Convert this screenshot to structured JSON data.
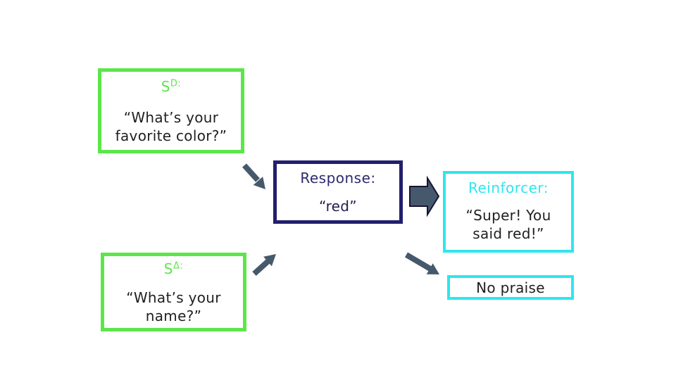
{
  "slide": {
    "background": "#ffffff",
    "colors": {
      "green": "#5ce64a",
      "cyan": "#2ee6ef",
      "navy_border": "#221f6e",
      "navy_text": "#2c2a6e",
      "dark_text": "#1f1f1f",
      "arrow_fill": "#46596c",
      "arrow_outline": "#1a1433"
    }
  },
  "boxes": {
    "sd": {
      "title_base": "S",
      "title_sup": "D:",
      "body": "“What’s your\nfavorite color?”"
    },
    "response": {
      "title": "Response:",
      "body": "“red”"
    },
    "reinforcer": {
      "title": "Reinforcer:",
      "body": "“Super!  You\nsaid red!”"
    },
    "sdelta": {
      "title_base": "S",
      "title_sup": "Δ:",
      "body": "“What’s your\nname?”"
    },
    "no_praise": {
      "body": "No praise"
    }
  },
  "icons": {
    "arrow_sd_to_response": "arrow-down-right",
    "arrow_response_to_reinforcer": "block-arrow-right",
    "arrow_sdelta_up_right": "arrow-up-right",
    "arrow_to_no_praise": "arrow-down-right"
  }
}
